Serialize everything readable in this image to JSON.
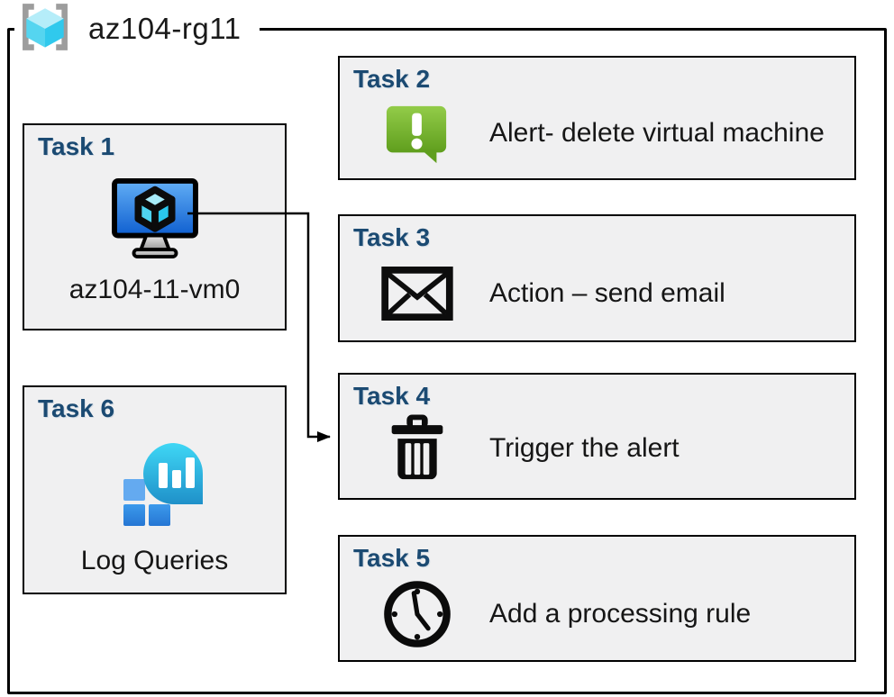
{
  "container": {
    "label": "az104-rg11",
    "icon": "resource-group-icon"
  },
  "tasks": [
    {
      "id": "task1",
      "title": "Task 1",
      "icon": "virtual-machine-icon",
      "label": "az104-11-vm0",
      "column": "left"
    },
    {
      "id": "task2",
      "title": "Task 2",
      "icon": "alert-icon",
      "label": "Alert- delete virtual machine",
      "column": "right"
    },
    {
      "id": "task3",
      "title": "Task 3",
      "icon": "email-icon",
      "label": "Action – send email",
      "column": "right"
    },
    {
      "id": "task4",
      "title": "Task 4",
      "icon": "trash-icon",
      "label": "Trigger the alert",
      "column": "right"
    },
    {
      "id": "task5",
      "title": "Task 5",
      "icon": "clock-icon",
      "label": "Add a processing rule",
      "column": "right"
    },
    {
      "id": "task6",
      "title": "Task 6",
      "icon": "log-queries-icon",
      "label": "Log Queries",
      "column": "left"
    }
  ],
  "connector": {
    "from": "task1-vm",
    "to": "task4",
    "style": "elbow-arrow"
  },
  "colors": {
    "task_header": "#1B4A72",
    "box_fill": "#F0F0F1",
    "box_border": "#000000",
    "vm_screen_blue_top": "#62AEF5",
    "vm_screen_blue_bottom": "#0F5FD0",
    "alert_green_top": "#90CA45",
    "alert_green_bottom": "#5F9E1D",
    "log_bubble_top": "#3FD7F5",
    "log_bubble_bottom": "#1F90C9",
    "log_square_light": "#64AAF0",
    "log_square_dark": "#2E82DC",
    "rg_bracket_gray": "#9D9D9D",
    "rg_cube_top": "#B5EDF9",
    "rg_cube_left": "#55D5F0",
    "rg_cube_right": "#30C9ED"
  }
}
